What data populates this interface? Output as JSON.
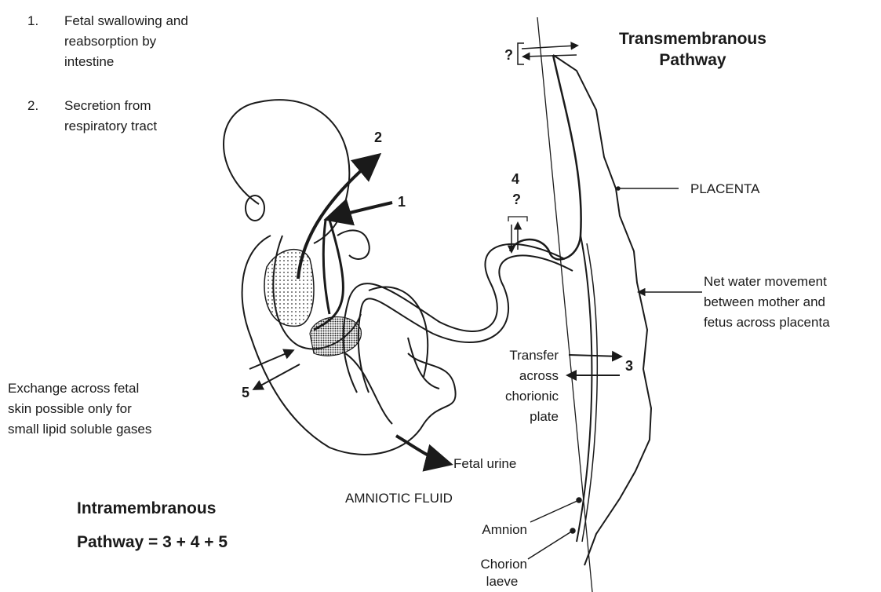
{
  "legend": {
    "item1_num": "1.",
    "item1_text": [
      "Fetal swallowing and",
      "reabsorption by",
      "intestine"
    ],
    "item2_num": "2.",
    "item2_text": [
      "Secretion from",
      "respiratory tract"
    ]
  },
  "transmembranous": [
    "Transmembranous",
    "Pathway"
  ],
  "placenta_label": "PLACENTA",
  "net_water": [
    "Net water movement",
    "between mother and",
    "fetus across placenta"
  ],
  "transfer": [
    "Transfer",
    "across",
    "chorionic",
    "plate"
  ],
  "exchange": [
    "Exchange across fetal",
    "skin possible only for",
    "small lipid soluble gases"
  ],
  "fetal_urine": "Fetal urine",
  "amniotic_fluid": "AMNIOTIC FLUID",
  "intramembranous": [
    "Intramembranous",
    "Pathway = 3 + 4 + 5"
  ],
  "amnion": "Amnion",
  "chorion": [
    "Chorion",
    "laeve"
  ],
  "markers": {
    "n1": "1",
    "n2": "2",
    "n3": "3",
    "n4": "4",
    "n5": "5",
    "q_top": "?",
    "q4": "?"
  }
}
